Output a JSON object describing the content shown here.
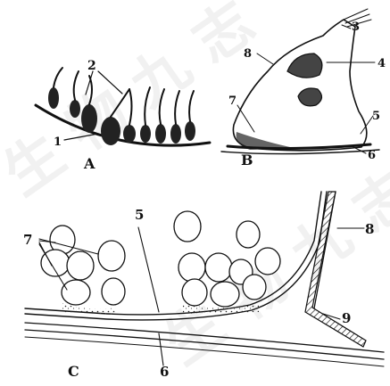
{
  "panels": {
    "A": {
      "label": "A",
      "numbers": {
        "n1": "1",
        "n2": "2"
      }
    },
    "B": {
      "label": "B",
      "numbers": {
        "n3": "3",
        "n4": "4",
        "n5": "5",
        "n6": "6",
        "n7": "7",
        "n8": "8"
      }
    },
    "C": {
      "label": "C",
      "numbers": {
        "n5": "5",
        "n6": "6",
        "n7": "7",
        "n8": "8",
        "n9": "9"
      }
    }
  },
  "watermark": {
    "text": "生物九志"
  }
}
